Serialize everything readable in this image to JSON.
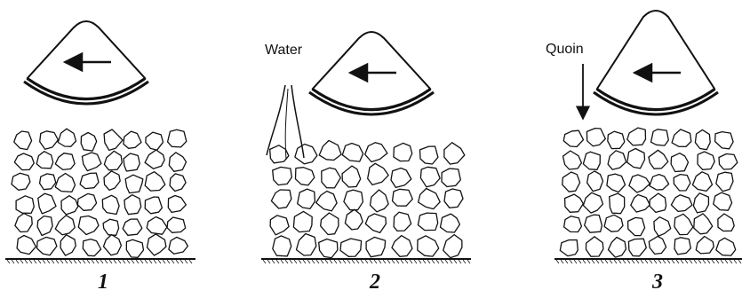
{
  "panels": [
    {
      "number": "1",
      "label": ""
    },
    {
      "number": "2",
      "label": "Water"
    },
    {
      "number": "3",
      "label": "Quoin"
    }
  ],
  "colors": {
    "ink": "#111111",
    "background": "#ffffff"
  }
}
